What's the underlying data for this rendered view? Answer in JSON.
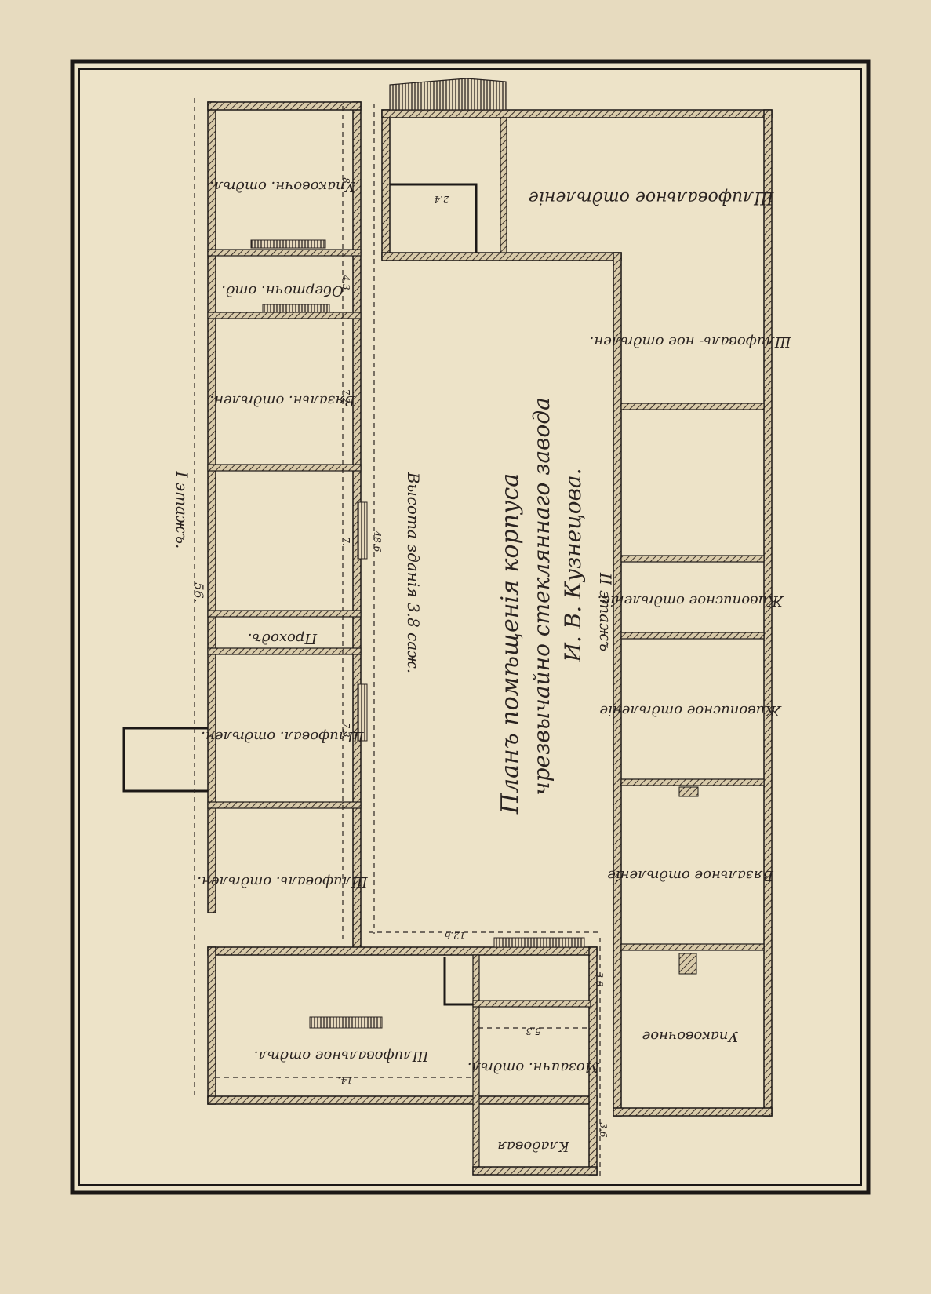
{
  "title": {
    "line1": "Планъ помѣщенія корпуса",
    "line2": "чрезвычайно стекляннаго завода",
    "line3": "И. В. Кузнецова."
  },
  "height_note": "Высота зданія 3.8 саж.",
  "floors": {
    "first": "I этажъ.",
    "second": "II этажъ"
  },
  "rooms": {
    "left_1": "Упаковочн. отдѣл.",
    "left_2": "Оберточн. отд.",
    "left_3": "Вязальн. отдѣлен.",
    "left_5": "Проходъ.",
    "left_6": "Шлифовал. отдѣлен.",
    "left_7": "Шлифоваль. отдѣлен.",
    "top_right": "Шлифовальное отдѣленіе",
    "right_1": "Шлифоваль- ное отдѣлен.",
    "right_3": "Живописное отдѣленіе.",
    "right_4": "Живописное отдѣленіе",
    "right_5": "Вязальное отдѣленіе",
    "right_6": "Упаковочное",
    "bottom_left": "Шлифовальное отдѣл.",
    "bottom_mid": "Мозаичн. отдѣл.",
    "bottom_store": "Кладовая"
  },
  "dimensions": {
    "total_length": "56.",
    "inner_length": "48.6",
    "bottom_width": "14.",
    "court_width": "12.6",
    "left_1": "8.",
    "left_2": "4.3",
    "left_3": "7.2",
    "left_4": "7.",
    "left_6": "7.3",
    "mid_1": "5.3",
    "mid_2": "3.6",
    "extra_1": "2.4",
    "extra_2": "3.8"
  }
}
